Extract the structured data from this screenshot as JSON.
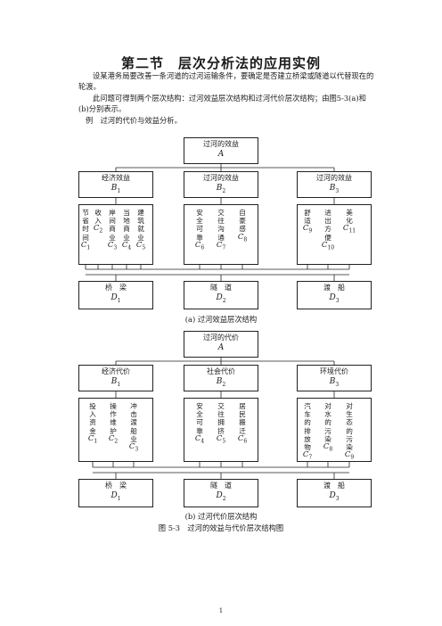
{
  "title": "第二节　层次分析法的应用实例",
  "paragraphs": [
    "设某港务局要改善一条河道的过河运输条件，要确定是否建立桥梁或隧道以代替现在的轮渡。",
    "此问题可得到两个层次结构：过河效益层次结构和过河代价层次结构；由图5-3(a)和(b)分别表示。",
    "例　过河的代价与效益分析。"
  ],
  "diagram_a": {
    "top": {
      "label": "过河的效益",
      "sym": "A"
    },
    "mid": [
      {
        "label": "经济效益",
        "sym": "B",
        "sub": "1"
      },
      {
        "label": "过河的效益",
        "sym": "B",
        "sub": "2"
      },
      {
        "label": "过河的效益",
        "sym": "B",
        "sub": "3"
      }
    ],
    "criteria": [
      {
        "chars": "节省时间",
        "sym": "C",
        "sub": "1"
      },
      {
        "chars": "收入",
        "sym": "C",
        "sub": "2"
      },
      {
        "chars": "岸间商业",
        "sym": "C",
        "sub": "3"
      },
      {
        "chars": "当地商业",
        "sym": "C",
        "sub": "4"
      },
      {
        "chars": "建筑就业",
        "sym": "C",
        "sub": "5"
      },
      {
        "chars": "安全可靠",
        "sym": "C",
        "sub": "6"
      },
      {
        "chars": "交往沟通",
        "sym": "C",
        "sub": "7"
      },
      {
        "chars": "自豪感",
        "sym": "C",
        "sub": "8"
      },
      {
        "chars": "舒适",
        "sym": "C",
        "sub": "9"
      },
      {
        "chars": "进出方便",
        "sym": "C",
        "sub": "10"
      },
      {
        "chars": "美化",
        "sym": "C",
        "sub": "11"
      }
    ],
    "alternatives": [
      {
        "label": "桥　梁",
        "sym": "D",
        "sub": "1"
      },
      {
        "label": "隧　道",
        "sym": "D",
        "sub": "2"
      },
      {
        "label": "渡　船",
        "sym": "D",
        "sub": "3"
      }
    ],
    "caption": "(a)  过河效益层次结构"
  },
  "diagram_b": {
    "top": {
      "label": "过河的代价",
      "sym": "A"
    },
    "mid": [
      {
        "label": "经济代价",
        "sym": "B",
        "sub": "1"
      },
      {
        "label": "社会代价",
        "sym": "B",
        "sub": "2"
      },
      {
        "label": "环境代价",
        "sym": "B",
        "sub": "3"
      }
    ],
    "criteria": [
      {
        "chars": "投入资金",
        "sym": "C",
        "sub": "1"
      },
      {
        "chars": "操作维护",
        "sym": "C",
        "sub": "2"
      },
      {
        "chars": "冲击渡船业",
        "sym": "C",
        "sub": "3"
      },
      {
        "chars": "安全可靠",
        "sym": "C",
        "sub": "4"
      },
      {
        "chars": "交往拥挤",
        "sym": "C",
        "sub": "5"
      },
      {
        "chars": "居民搬迁",
        "sym": "C",
        "sub": "6"
      },
      {
        "chars": "汽车的排放物",
        "sym": "C",
        "sub": "7"
      },
      {
        "chars": "对水的污染",
        "sym": "C",
        "sub": "8"
      },
      {
        "chars": "对生态的污染",
        "sym": "C",
        "sub": "9"
      }
    ],
    "alternatives": [
      {
        "label": "桥　梁",
        "sym": "D",
        "sub": "1"
      },
      {
        "label": "隧　道",
        "sym": "D",
        "sub": "2"
      },
      {
        "label": "渡　船",
        "sym": "D",
        "sub": "3"
      }
    ],
    "caption": "(b)  过河代价层次结构"
  },
  "figure_caption": "图 5-3　过河的效益与代价层次结构图",
  "page_number": "1"
}
